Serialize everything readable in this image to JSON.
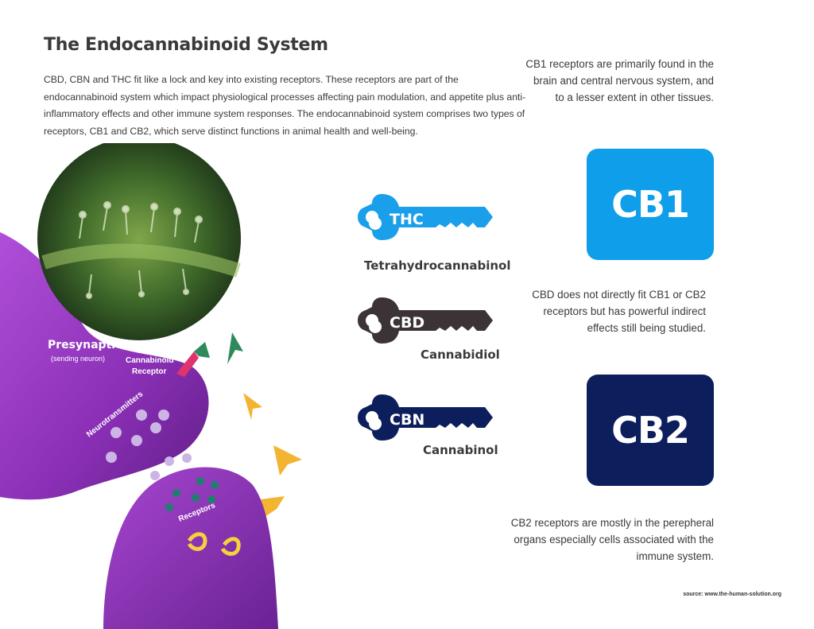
{
  "title": "The Endocannabinoid System",
  "intro": "CBD, CBN and THC fit like a lock and key into existing receptors. These receptors are part of the endocannabinoid system which impact physiological processes affecting pain modulation, and appetite plus anti-inflammatory effects and other immune system responses. The endocannabinoid system comprises two types of receptors, CB1 and CB2, which serve distinct functions in animal health and well-being.",
  "cb1": {
    "text": "CB1 receptors are primarily found in the brain and central nervous system, and to a lesser extent in other tissues.",
    "label": "CB1",
    "color": "#0f9ee9"
  },
  "cbd_note": "CBD does not directly fit CB1 or CB2 receptors but has powerful indirect effects still being studied.",
  "cb2": {
    "text": "CB2 receptors are mostly in the perepheral organs especially cells associated with the immune system.",
    "label": "CB2",
    "color": "#0c1f5c"
  },
  "keys": [
    {
      "abbr": "THC",
      "name": "Tetrahydrocannabinol",
      "color": "#1aa0ea"
    },
    {
      "abbr": "CBD",
      "name": "Cannabidiol",
      "color": "#3b3336"
    },
    {
      "abbr": "CBN",
      "name": "Cannabinol",
      "color": "#0c1f5c"
    }
  ],
  "illustration": {
    "presynaptic": "Presynaptic",
    "sending_neuron": "(sending neuron)",
    "cannabinoid_receptor_1": "Cannabinoid",
    "cannabinoid_receptor_2": "Receptor",
    "neurotransmitters": "Neurotransmitters",
    "receptors": "Receptors",
    "neuron_color": "#8a2fb5"
  },
  "source": "source: www.the-human-solution.org"
}
